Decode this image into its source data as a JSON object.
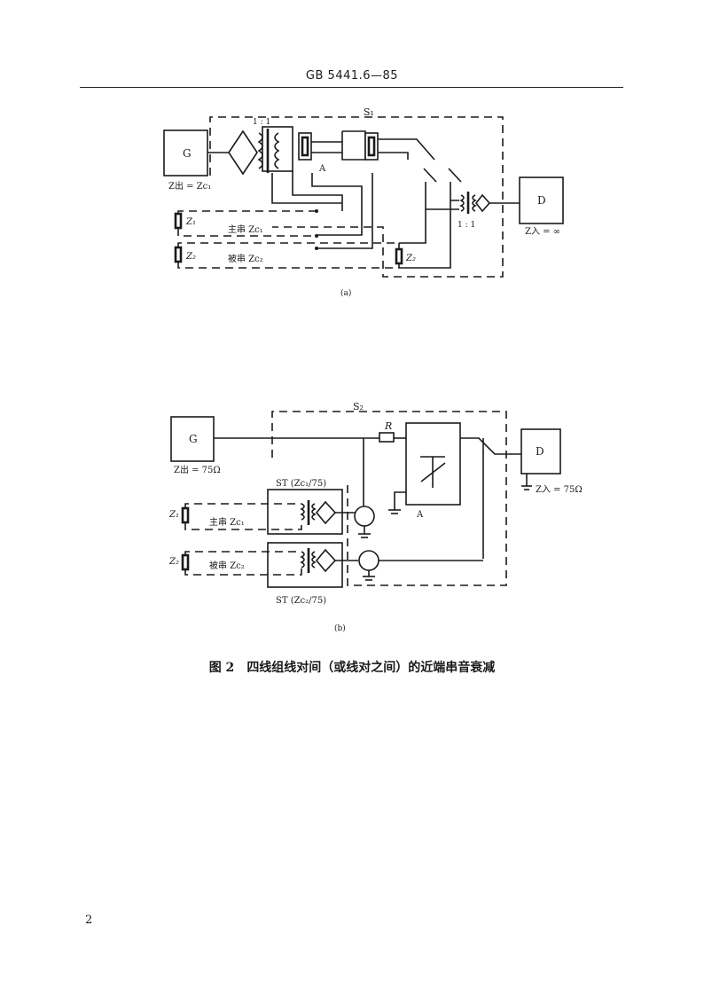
{
  "header": {
    "standard_code": "GB 5441.6—85"
  },
  "figure_a": {
    "shield_label": "S₁",
    "transformer_ratio_top": "1 : 1",
    "transformer_ratio_right": "1 : 1",
    "generator_label": "G",
    "generator_impedance": "Z出 = Zc₁",
    "node_a_label": "A",
    "detector_label": "D",
    "detector_impedance": "Z入 = ∞",
    "load_1_label": "Z₁",
    "load_2_label": "Z₂",
    "load_2b_label": "Z₂",
    "pair_main_label": "主串 Zc₁",
    "pair_victim_label": "被串 Zc₂",
    "sublabel": "(a)"
  },
  "figure_b": {
    "shield_label": "S₂",
    "generator_label": "G",
    "generator_impedance": "Z出 = 75Ω",
    "resistor_label": "R",
    "attenuator_label": "A",
    "detector_label": "D",
    "detector_impedance": "Z入 = 75Ω",
    "transformer_top_label": "ST (Zc₁/75)",
    "transformer_bottom_label": "ST (Zc₂/75)",
    "load_1_label": "Z₁",
    "load_2_label": "Z₂",
    "pair_main_label": "主串 Zc₁",
    "pair_victim_label": "被串 Zc₂",
    "sublabel": "(b)"
  },
  "caption": {
    "figure_number": "图 2",
    "text": "四线组线对间（或线对之间）的近端串音衰减"
  },
  "page_number": "2"
}
